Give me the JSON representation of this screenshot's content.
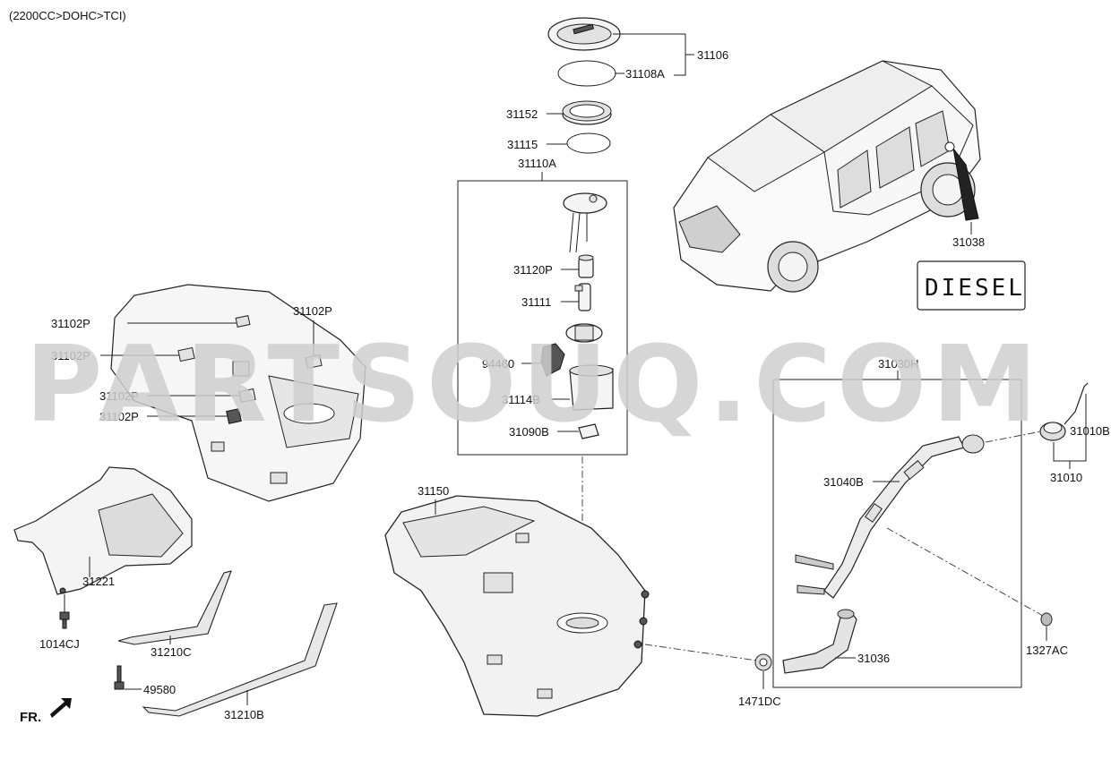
{
  "header": {
    "spec": "(2200CC>DOHC>TCI)"
  },
  "watermark": "PARTSOUQ.COM",
  "labels": {
    "p31106": "31106",
    "p31108A": "31108A",
    "p31152": "31152",
    "p31115": "31115",
    "p31110A": "31110A",
    "p31120P": "31120P",
    "p31111": "31111",
    "p94460": "94460",
    "p31114B": "31114B",
    "p31090B": "31090B",
    "p31038": "31038",
    "p31102P_a": "31102P",
    "p31102P_b": "31102P",
    "p31102P_c": "31102P",
    "p31102P_d": "31102P",
    "p31102P_e": "31102P",
    "p31030H": "31030H",
    "p31010B": "31010B",
    "p31010": "31010",
    "p31040B": "31040B",
    "p31150": "31150",
    "p31221": "31221",
    "p1014CJ": "1014CJ",
    "p31210C": "31210C",
    "p49580": "49580",
    "p31210B": "31210B",
    "p31036": "31036",
    "p1471DC": "1471DC",
    "p1327AC": "1327AC"
  },
  "diesel_badge": "DIESEL",
  "fr_marker": "FR."
}
